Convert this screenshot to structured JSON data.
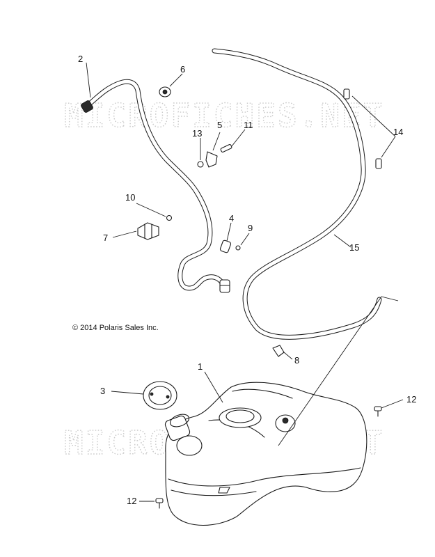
{
  "watermark": {
    "text": "MICROFICHES.NET"
  },
  "copyright": "© 2014 Polaris Sales Inc.",
  "callouts": {
    "c1": "1",
    "c2": "2",
    "c3": "3",
    "c4": "4",
    "c5": "5",
    "c6": "6",
    "c7": "7",
    "c8": "8",
    "c9": "9",
    "c10": "10",
    "c11": "11",
    "c12a": "12",
    "c12b": "12",
    "c13": "13",
    "c14": "14",
    "c15": "15"
  }
}
